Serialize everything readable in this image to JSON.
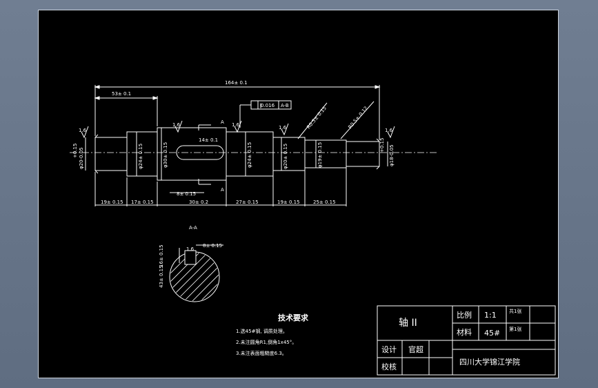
{
  "drawing": {
    "section_label": "A-A",
    "section_arrow_letter": "A",
    "dimensions": {
      "overall_length": "164± 0.1",
      "shoulder_length": "53± 0.1",
      "left_end_dia": "φ20-0.05",
      "left_end_dia_tol": "+0.15",
      "dia_24_a": "φ24± 0.15",
      "dia_30": "φ30± 0.15",
      "keyway_width": "14± 0.1",
      "keyway_depth": "8± 0.15",
      "dia_24_b": "φ24± 0.15",
      "dia_20": "φ20± 0.15",
      "dia_19": "φ19± 0.15",
      "right_end_dia": "φ18-0.05",
      "right_end_tol": "+0.15",
      "chamfer_1": "R0.5± 0.15",
      "chamfer_2": "R0.5± 0.12",
      "tolerance_frame_symbol": "∥",
      "tolerance_frame_value": "0.016",
      "tolerance_frame_datum": "A-B",
      "seg_1": "19± 0.15",
      "seg_2": "17± 0.15",
      "seg_3": "30± 0.2",
      "seg_4": "27± 0.15",
      "seg_5": "19± 0.15",
      "seg_6": "25± 0.15",
      "roughness": "1.6",
      "section_key_width": "8± 0.15",
      "section_depth": "16± 0.15",
      "section_height": "43± 0.15"
    },
    "tech_requirements": {
      "title": "技术要求",
      "items": [
        "1.选45#钢, 调质处理。",
        "2.未注圆角R1,倒角1x45°。",
        "3.未注表面粗糙度6.3。"
      ]
    },
    "title_block": {
      "part_name": "轴 II",
      "scale_label": "比例",
      "scale_value": "1:1",
      "material_label": "材料",
      "material_value": "45#",
      "sheets_total": "共1张",
      "sheet_no": "第1张",
      "design_label": "设计",
      "designer": "官超",
      "check_label": "校核",
      "school": "四川大学锦江学院"
    }
  }
}
